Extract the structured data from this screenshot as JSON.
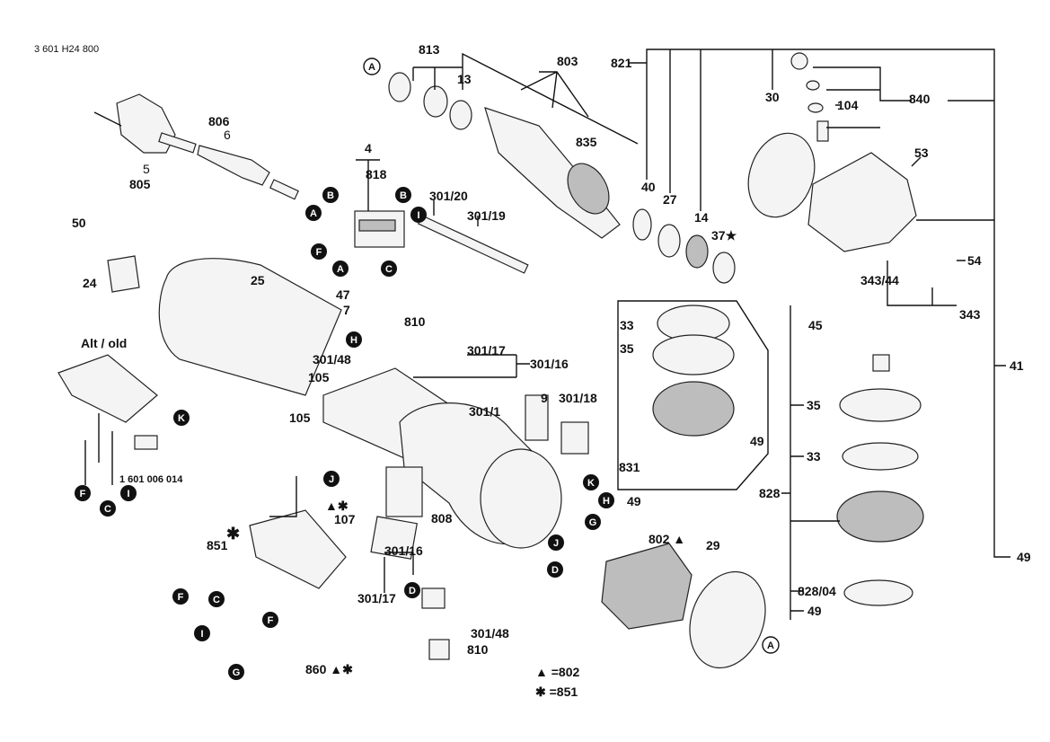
{
  "drawing_number": "3 601 H24 800",
  "labels": [
    "813",
    "13",
    "803",
    "835",
    "821",
    "30",
    "104",
    "840",
    "53",
    "40",
    "27",
    "14",
    "37★",
    "54",
    "343/44",
    "343",
    "45",
    "41",
    "35",
    "33",
    "828",
    "49",
    "828/04",
    "49",
    "806",
    "6",
    "5",
    "805",
    "4",
    "818",
    "301/20",
    "301/19",
    "50",
    "24",
    "25",
    "47",
    "7",
    "810",
    "301/48",
    "301/17",
    "301/16",
    "105",
    "105",
    "9",
    "301/18",
    "301/1",
    "Alt / old",
    "1 601 006 014",
    "33",
    "35",
    "49",
    "831",
    "49",
    "▲✱",
    "107",
    "808",
    "802 ▲",
    "29",
    "✱",
    "851",
    "301/16",
    "301/17",
    "301/48",
    "810",
    "860 ▲✱"
  ],
  "legend": {
    "triangle": "▲ =802",
    "star": "✱ =851"
  },
  "connectors": [
    "A",
    "B",
    "A",
    "B",
    "I",
    "F",
    "A",
    "C",
    "H",
    "K",
    "F",
    "C",
    "I",
    "J",
    "F",
    "C",
    "I",
    "F",
    "G",
    "D",
    "K",
    "H",
    "G",
    "J",
    "D",
    "A"
  ]
}
